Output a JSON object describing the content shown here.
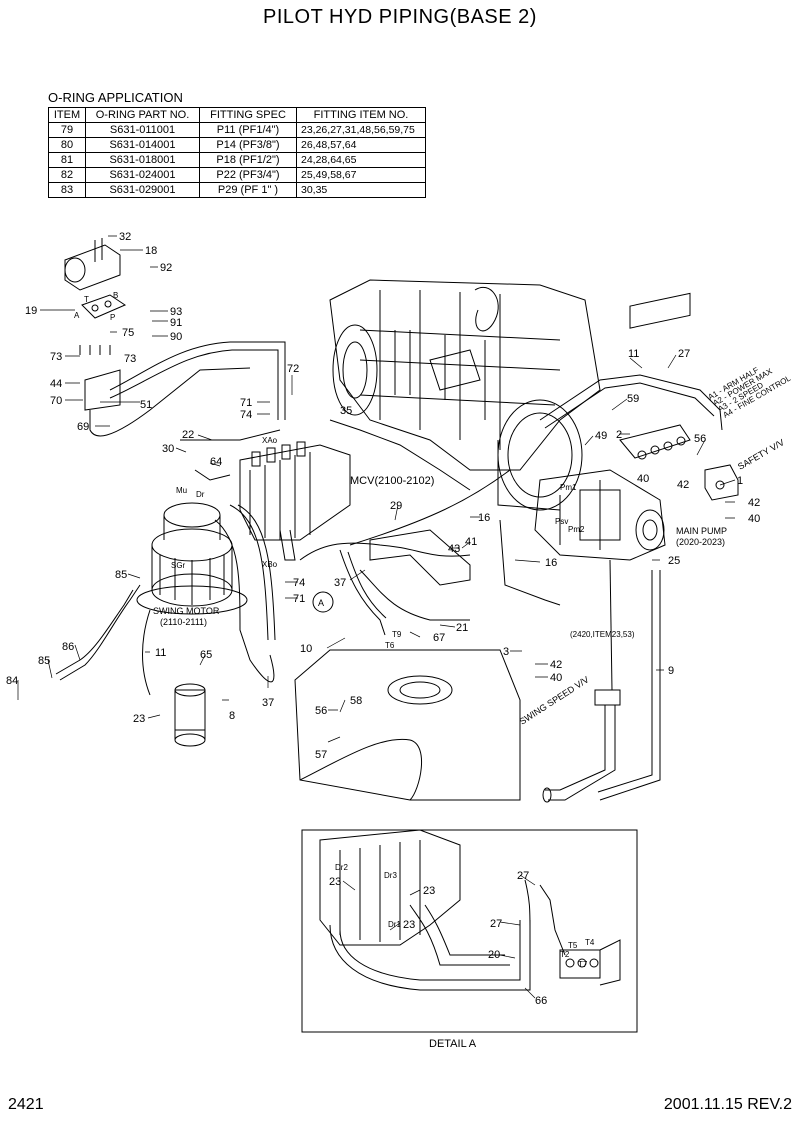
{
  "title": "PILOT HYD PIPING(BASE 2)",
  "oring_table": {
    "caption": "O-RING APPLICATION",
    "headers": [
      "ITEM",
      "O-RING PART NO.",
      "FITTING SPEC",
      "FITTING ITEM NO."
    ],
    "rows": [
      [
        "79",
        "S631-011001",
        "P11 (PF1/4\")",
        "23,26,27,31,48,56,59,75"
      ],
      [
        "80",
        "S631-014001",
        "P14 (PF3/8\")",
        "26,48,57,64"
      ],
      [
        "81",
        "S631-018001",
        "P18 (PF1/2\")",
        "24,28,64,65"
      ],
      [
        "82",
        "S631-024001",
        "P22 (PF3/4\")",
        "25,49,58,67"
      ],
      [
        "83",
        "S631-029001",
        "P29 (PF  1\" )",
        "30,35"
      ]
    ]
  },
  "labels": {
    "swing_motor": "SWING MOTOR",
    "swing_motor_code": "(2110-2111)",
    "mcv": "MCV(2100-2102)",
    "main_pump": "MAIN PUMP",
    "main_pump_code": "(2020-2023)",
    "safety_vv": "SAFETY V/V",
    "swing_speed_vv": "SWING SPEED V/V",
    "item_ref": "(2420,ITEM23,53)",
    "detail_a": "DETAIL A",
    "circle_a": "A",
    "solenoid_notes": [
      "A1 - ARM HALF",
      "A2 - POWER MAX",
      "A3 - 2 SPEED",
      "A4 - FINE CONTROL"
    ],
    "ports": [
      "XAo",
      "XBo",
      "Pm1",
      "Pm2",
      "Psv",
      "Mu",
      "Dr",
      "SGr",
      "T",
      "B",
      "A",
      "P",
      "T9",
      "T6",
      "T5",
      "T4",
      "T2",
      "T7",
      "Dr1",
      "Dr2",
      "Dr3"
    ]
  },
  "callouts": [
    "32",
    "18",
    "92",
    "19",
    "93",
    "91",
    "75",
    "90",
    "73",
    "73",
    "44",
    "70",
    "51",
    "69",
    "72",
    "71",
    "74",
    "35",
    "22",
    "30",
    "64",
    "11",
    "27",
    "59",
    "49",
    "2",
    "56",
    "1",
    "42",
    "40",
    "42",
    "40",
    "29",
    "16",
    "43",
    "41",
    "37",
    "74",
    "71",
    "85",
    "16",
    "25",
    "21",
    "67",
    "10",
    "3",
    "42",
    "40",
    "9",
    "86",
    "85",
    "84",
    "11",
    "65",
    "23",
    "8",
    "37",
    "56",
    "58",
    "57",
    "27",
    "23",
    "23",
    "23",
    "27",
    "20",
    "66"
  ],
  "footer": {
    "page": "2421",
    "revision": "2001.11.15  REV.2"
  }
}
